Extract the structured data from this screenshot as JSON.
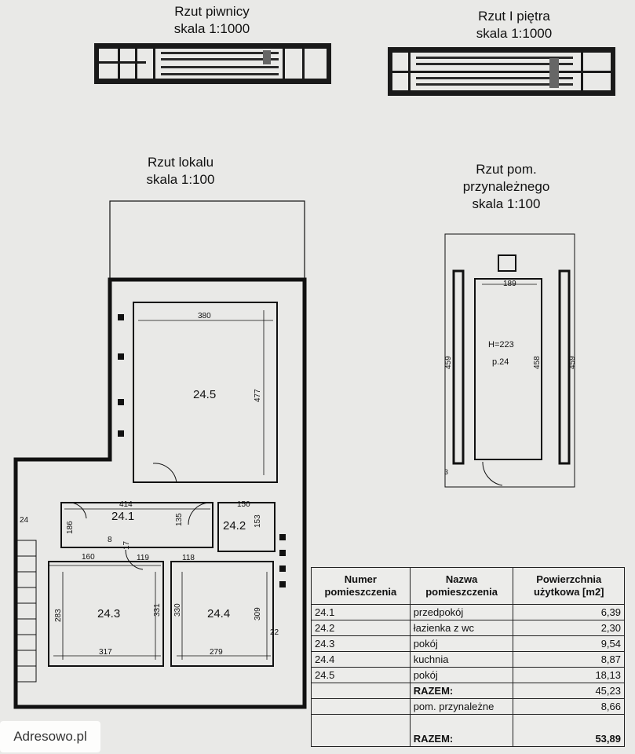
{
  "headers": {
    "basement_title": "Rzut piwnicy",
    "basement_scale": "skala 1:1000",
    "floor1_title": "Rzut I piętra",
    "floor1_scale": "skala 1:1000",
    "unit_title": "Rzut lokalu",
    "unit_scale": "skala 1:100",
    "aux_title_line1": "Rzut pom.",
    "aux_title_line2": "przynależnego",
    "aux_scale": "skala 1:100"
  },
  "plan": {
    "rooms": {
      "r245": "24.5",
      "r241": "24.1",
      "r242": "24.2",
      "r243": "24.3",
      "r244": "24.4",
      "r24": "24"
    },
    "dims": {
      "d380": "380",
      "d477": "477",
      "d414": "414",
      "d135": "135",
      "d150": "150",
      "d153": "153",
      "d186": "186",
      "d8": "8",
      "d17": "17",
      "d160": "160",
      "d119": "119",
      "d118": "118",
      "d283": "283",
      "d331": "331",
      "d330": "330",
      "d309": "309",
      "d317": "317",
      "d279": "279",
      "d22": "22"
    }
  },
  "aux_plan": {
    "width_dim": "189",
    "height_label": "H=223",
    "room_label": "p.24",
    "dim_left": "459",
    "dim_inner": "458",
    "dim_right": "459",
    "small_mark": "3"
  },
  "table": {
    "headers": {
      "number": [
        "Numer",
        "pomieszczenia"
      ],
      "name": [
        "Nazwa",
        "pomieszczenia"
      ],
      "area": [
        "Powierzchnia",
        "użytkowa [m2]"
      ]
    },
    "rows": [
      {
        "number": "24.1",
        "name": "przedpokój",
        "area": "6,39"
      },
      {
        "number": "24.2",
        "name": "łazienka z wc",
        "area": "2,30"
      },
      {
        "number": "24.3",
        "name": "pokój",
        "area": "9,54"
      },
      {
        "number": "24.4",
        "name": "kuchnia",
        "area": "8,87"
      },
      {
        "number": "24.5",
        "name": "pokój",
        "area": "18,13"
      }
    ],
    "subtotal_label": "RAZEM:",
    "subtotal_value": "45,23",
    "aux_label": "pom. przynależne",
    "aux_value": "8,66",
    "total_label": "RAZEM:",
    "total_value": "53,89"
  },
  "watermark": "Adresowo.pl"
}
